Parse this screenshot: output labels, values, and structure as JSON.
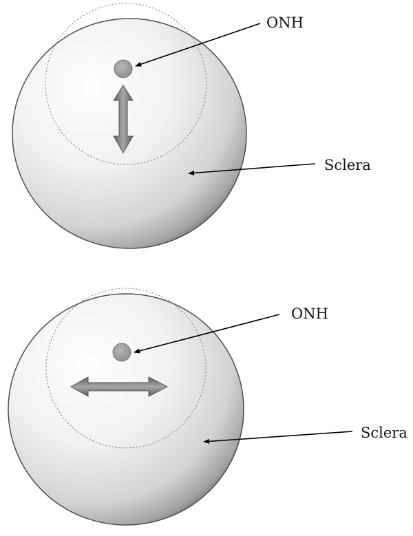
{
  "diagrams": [
    {
      "onh_label": "ONH",
      "sclera_label": "Sclera",
      "arrow_orientation": "vertical"
    },
    {
      "onh_label": "ONH",
      "sclera_label": "Sclera",
      "arrow_orientation": "horizontal"
    }
  ],
  "colors": {
    "sphere_highlight": "#ffffff",
    "sphere_mid": "#ececec",
    "sphere_shadow": "#9a9a9a",
    "sphere_edge": "#5a5a5a",
    "onh_fill": "#9c9c9c",
    "double_arrow_fill": "#7a7a7a",
    "pointer_color": "#000000",
    "dashed_circle": "#8a8a8a"
  },
  "icons": {
    "onh": "filled-circle",
    "movement": "double-headed-arrow",
    "pointer": "arrow"
  }
}
